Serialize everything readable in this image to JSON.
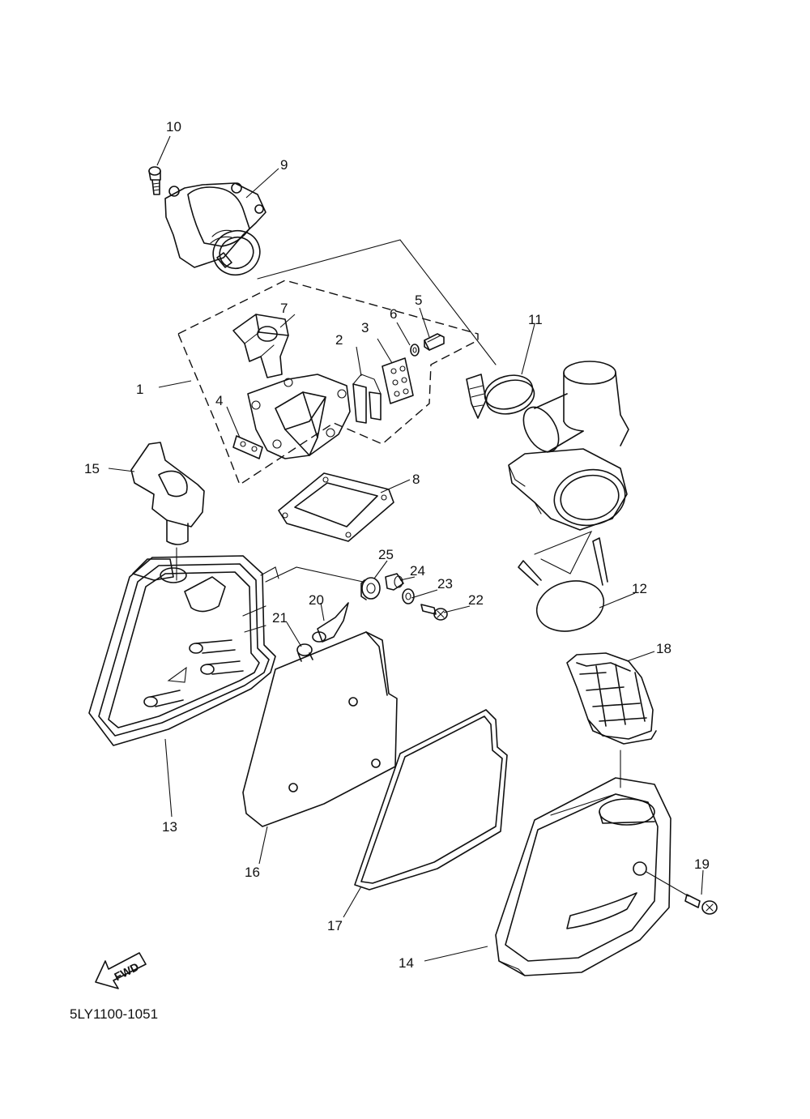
{
  "drawing_code": "5LY1100-1051",
  "fwd_label": "FWD",
  "callouts": [
    "1",
    "2",
    "3",
    "4",
    "5",
    "6",
    "7",
    "8",
    "9",
    "10",
    "11",
    "12",
    "13",
    "14",
    "15",
    "16",
    "17",
    "18",
    "19",
    "20",
    "21",
    "22",
    "23",
    "24",
    "25"
  ]
}
